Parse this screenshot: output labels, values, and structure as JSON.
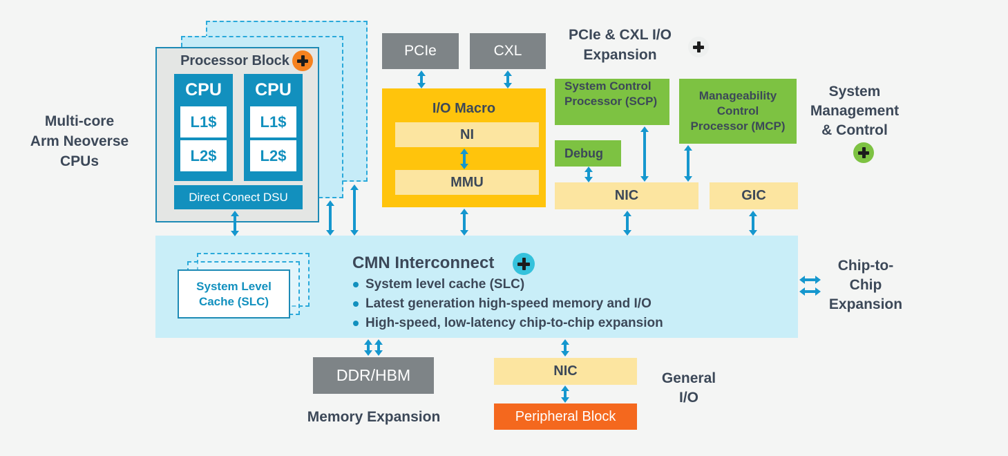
{
  "colors": {
    "bg": "#f4f5f4",
    "teal": "#1290be",
    "blue_border": "#1d8ab5",
    "blue_text": "#1290be",
    "light_blue": "#c6ecf8",
    "dashed_border": "#2aa9da",
    "cmn_band": "#c9eef8",
    "container_gray": "#e4e6e4",
    "gray": "#7e8487",
    "green": "#7dc242",
    "yellow": "#ffc40c",
    "cream": "#fce5a0",
    "orange": "#f4681e",
    "orange_icon": "#f6821f",
    "cyan_icon": "#35c2dc",
    "white_icon": "#eef0ef",
    "arrow": "#1597ce",
    "dark": "#3c4858"
  },
  "processor": {
    "title": "Processor Block",
    "cpu_label": "CPU",
    "l1_label": "L1$",
    "l2_label": "L2$",
    "dsu_label": "Direct Conect DSU",
    "caption": [
      "Multi-core",
      "Arm Neoverse",
      "CPUs"
    ]
  },
  "io": {
    "pcie": "PCIe",
    "cxl": "CXL",
    "macro_title": "I/O Macro",
    "ni": "NI",
    "mmu": "MMU",
    "caption": [
      "PCIe & CXL I/O",
      "Expansion"
    ]
  },
  "management": {
    "scp": [
      "System Control",
      "Processor (SCP)"
    ],
    "mcp": [
      "Manageability",
      "Control",
      "Processor (MCP)"
    ],
    "debug": "Debug",
    "nic": "NIC",
    "gic": "GIC",
    "caption": [
      "System",
      "Management",
      "& Control"
    ]
  },
  "cmn": {
    "title": "CMN Interconnect",
    "bullets": [
      "System level cache (SLC)",
      "Latest generation high-speed memory and I/O",
      "High-speed, low-latency chip-to-chip expansion"
    ],
    "slc": [
      "System Level",
      "Cache (SLC)"
    ],
    "chip_caption": [
      "Chip-to-",
      "Chip",
      "Expansion"
    ]
  },
  "bottom": {
    "ddr": "DDR/HBM",
    "memory_caption": "Memory Expansion",
    "nic": "NIC",
    "peripheral": "Peripheral Block",
    "general_caption": [
      "General",
      "I/O"
    ]
  },
  "icons": {
    "processor_expand": "plus-in-orange-circle",
    "pcie_cxl_expand": "plus-in-white-circle",
    "system_mgmt_expand": "plus-in-green-circle",
    "cmn_expand": "plus-in-cyan-circle"
  }
}
